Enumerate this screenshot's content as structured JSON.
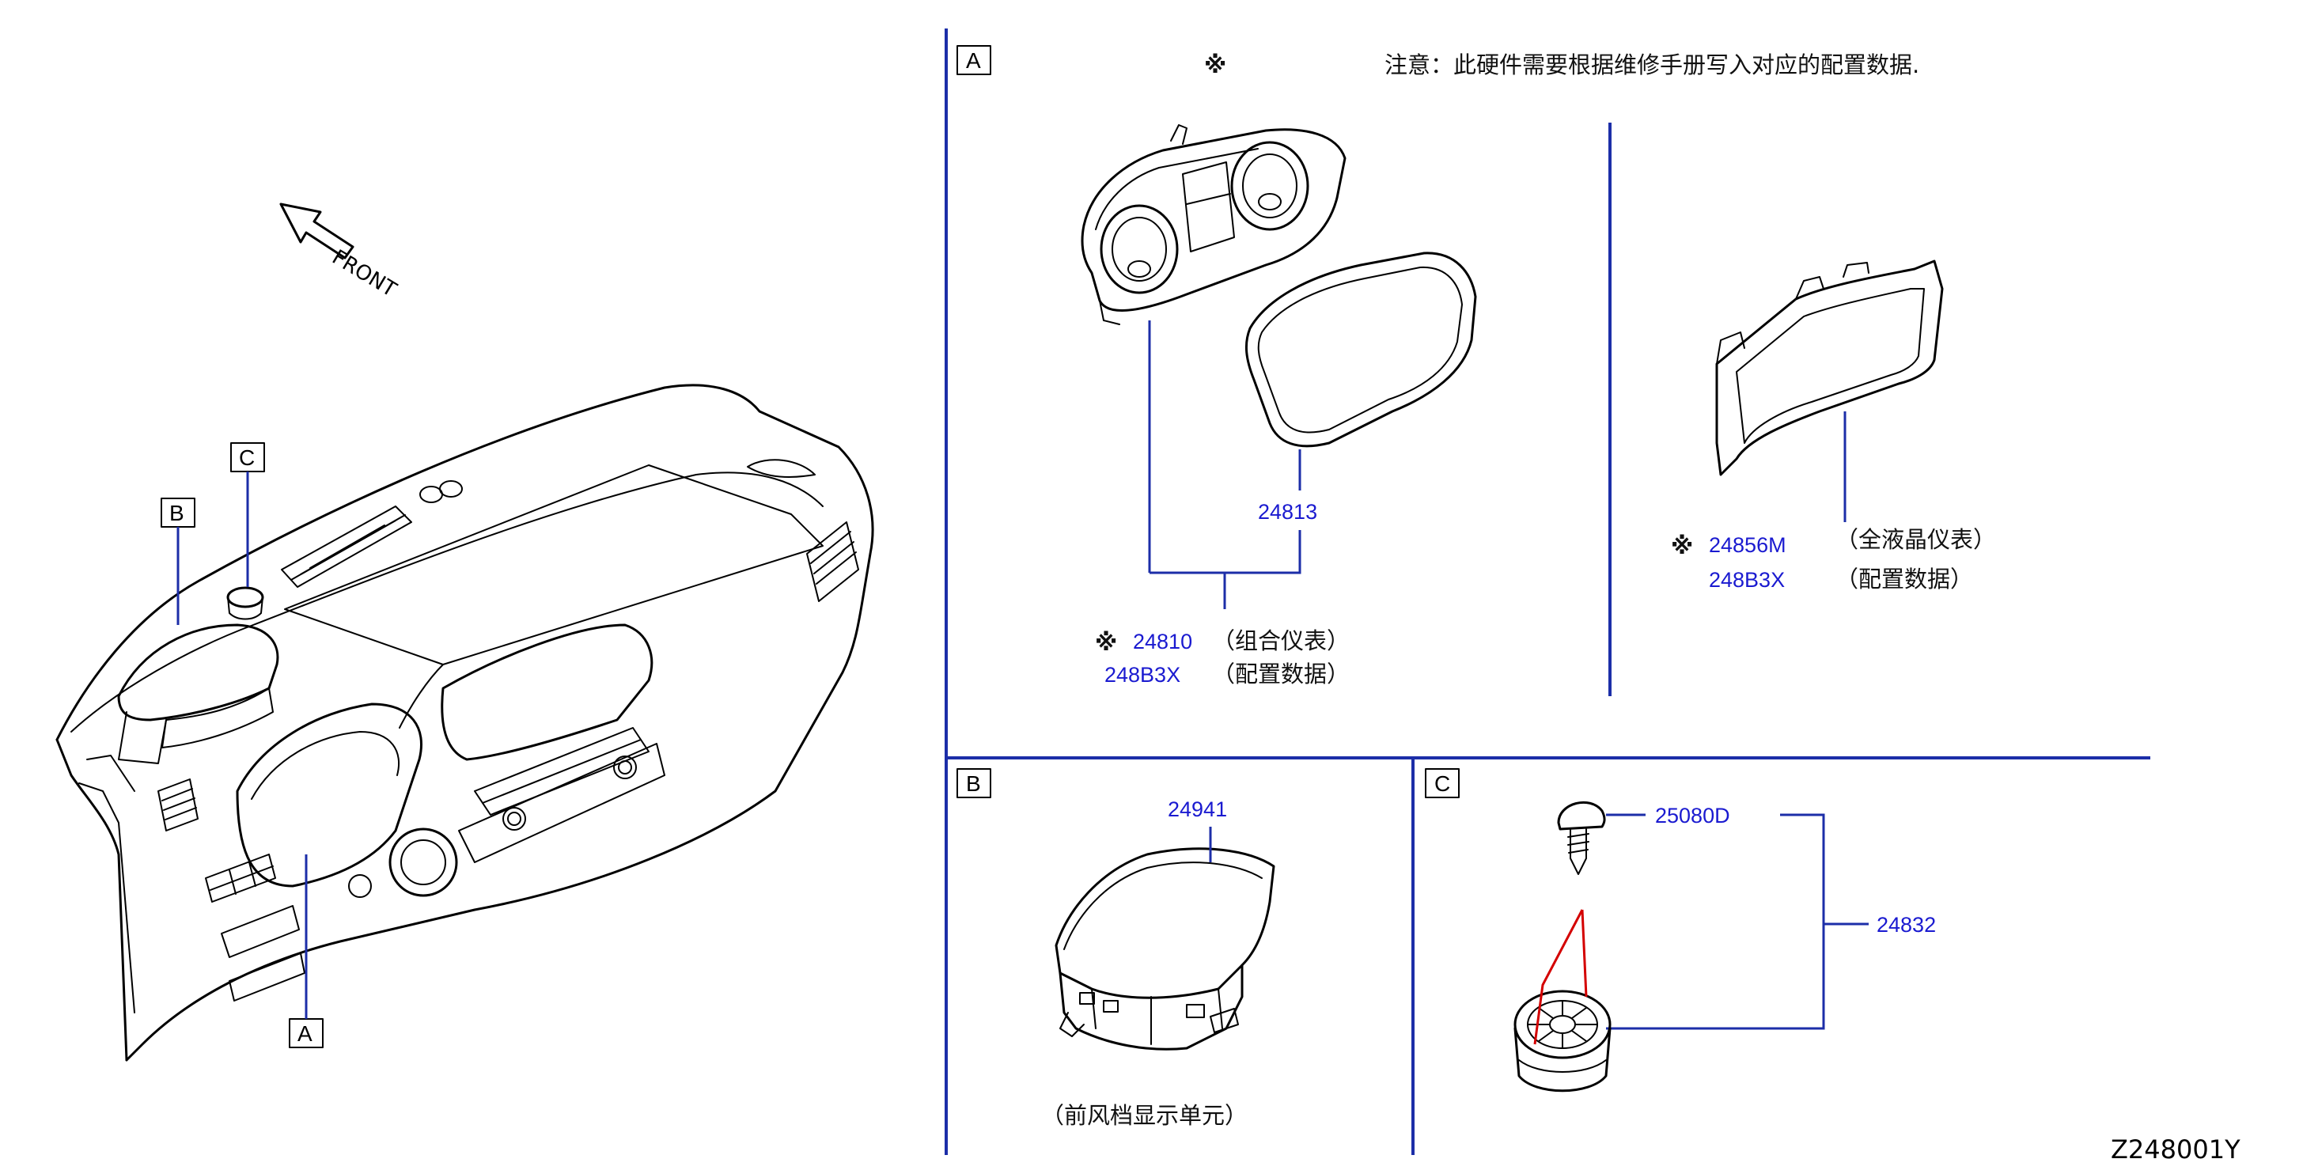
{
  "front_label": "FRONT",
  "note": {
    "symbol": "※",
    "text": "注意：此硬件需要根据维修手册写入对应的配置数据."
  },
  "callouts": {
    "a": "A",
    "b": "B",
    "c": "C"
  },
  "section_a": {
    "left": {
      "part_24813": "24813",
      "part_24810": "24810",
      "part_248b3x": "248B3X",
      "desc_24810": "（组合仪表）",
      "desc_248b3x": "（配置数据）",
      "mark": "※"
    },
    "right": {
      "part_24856m": "24856M",
      "part_248b3x": "248B3X",
      "desc_24856m": "（全液晶仪表）",
      "desc_248b3x": "（配置数据）",
      "mark": "※"
    }
  },
  "section_b": {
    "part_24941": "24941",
    "desc": "（前风档显示单元）"
  },
  "section_c": {
    "part_25080d": "25080D",
    "part_24832": "24832"
  },
  "diagram_code": "Z248001Y",
  "colors": {
    "frame": "#1c2ea8",
    "part_number": "#1a1ad0",
    "highlight": "#d40000"
  }
}
